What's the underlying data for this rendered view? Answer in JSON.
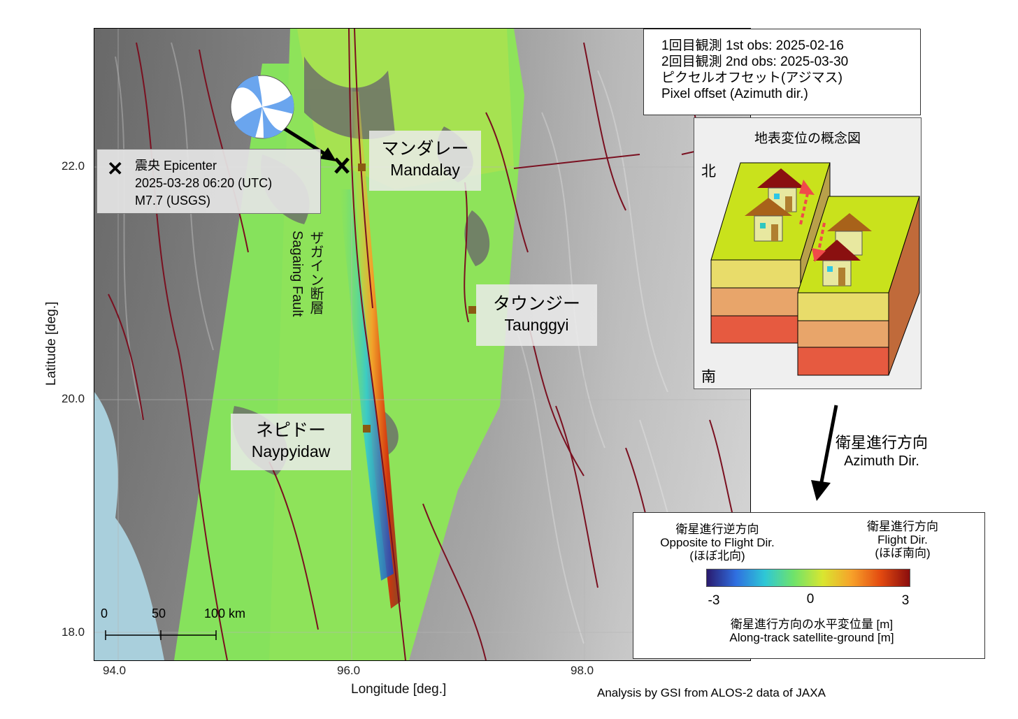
{
  "axes": {
    "xlabel": "Longitude [deg.]",
    "ylabel": "Latitude [deg.]",
    "xticks": [
      "94.0",
      "96.0",
      "98.0"
    ],
    "yticks": [
      "22.0",
      "20.0",
      "18.0"
    ]
  },
  "observation": {
    "line1": "1回目観測 1st obs: 2025-02-16",
    "line2": "2回目観測 2nd obs: 2025-03-30",
    "line3": "ピクセルオフセット(アジマス)",
    "line4": "Pixel offset (Azimuth dir.)"
  },
  "epicenter": {
    "marker": "✕",
    "title": "震央  Epicenter",
    "datetime": "2025-03-28 06:20 (UTC)",
    "magnitude": "M7.7 (USGS)"
  },
  "cities": {
    "mandalay": {
      "jp": "マンダレー",
      "en": "Mandalay"
    },
    "taunggyi": {
      "jp": "タウンジー",
      "en": "Taunggyi"
    },
    "naypyidaw": {
      "jp": "ネピドー",
      "en": "Naypyidaw"
    }
  },
  "fault": {
    "jp": "ザガイン断層",
    "en": "Sagaing Fault"
  },
  "concept": {
    "title": "地表変位の概念図",
    "north": "北",
    "south": "南"
  },
  "azimuth": {
    "jp": "衛星進行方向",
    "en": "Azimuth Dir."
  },
  "legend": {
    "left_jp": "衛星進行逆方向",
    "left_en": "Opposite to Flight Dir.",
    "left_note": "(ほぼ北向)",
    "right_jp": "衛星進行方向",
    "right_en": "Flight Dir.",
    "right_note": "(ほぼ南向)",
    "min": "-3",
    "mid": "0",
    "max": "3",
    "unit_jp": "衛星進行方向の水平変位量 [m]",
    "unit_en": "Along-track satellite-ground [m]",
    "colormap": [
      "#2a1a6e",
      "#2f6fe0",
      "#2ec7d6",
      "#6fe36a",
      "#d9e630",
      "#f7a12a",
      "#e34a10",
      "#8a0d0d"
    ]
  },
  "scalebar": {
    "l0": "0",
    "l1": "50",
    "l2": "100 km"
  },
  "credit": "Analysis by GSI from ALOS-2 data of JAXA",
  "colors": {
    "fault_line": "#7a1020",
    "sea": "#a9cfdc",
    "focal_blue": "#6aa5ee",
    "arrow_red": "#f04a4a"
  }
}
